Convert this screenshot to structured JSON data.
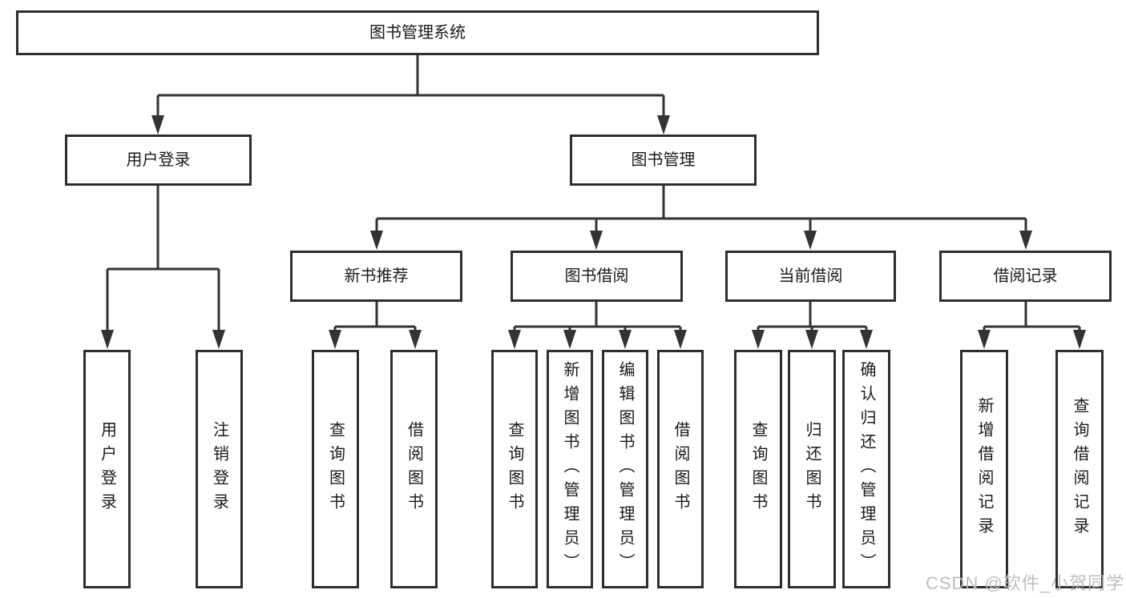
{
  "colors": {
    "line": "#333333",
    "box_border": "#2e2e2e",
    "text": "#1a1a1a",
    "watermark": "#bababa",
    "background": "#ffffff"
  },
  "root": {
    "label": "图书管理系统"
  },
  "level2": [
    {
      "label": "用户登录"
    },
    {
      "label": "图书管理"
    }
  ],
  "level3": [
    {
      "label": "新书推荐"
    },
    {
      "label": "图书借阅"
    },
    {
      "label": "当前借阅"
    },
    {
      "label": "借阅记录"
    }
  ],
  "leaves": [
    {
      "label": "用户登录"
    },
    {
      "label": "注销登录"
    },
    {
      "label": "查询图书"
    },
    {
      "label": "借阅图书"
    },
    {
      "label": "查询图书"
    },
    {
      "label": "新增图书（管理员）"
    },
    {
      "label": "编辑图书（管理员）"
    },
    {
      "label": "借阅图书"
    },
    {
      "label": "查询图书"
    },
    {
      "label": "归还图书"
    },
    {
      "label": "确认归还（管理员）"
    },
    {
      "label": "新增借阅记录"
    },
    {
      "label": "查询借阅记录"
    }
  ],
  "watermark": {
    "text": "CSDN @软件_小贺同学"
  }
}
